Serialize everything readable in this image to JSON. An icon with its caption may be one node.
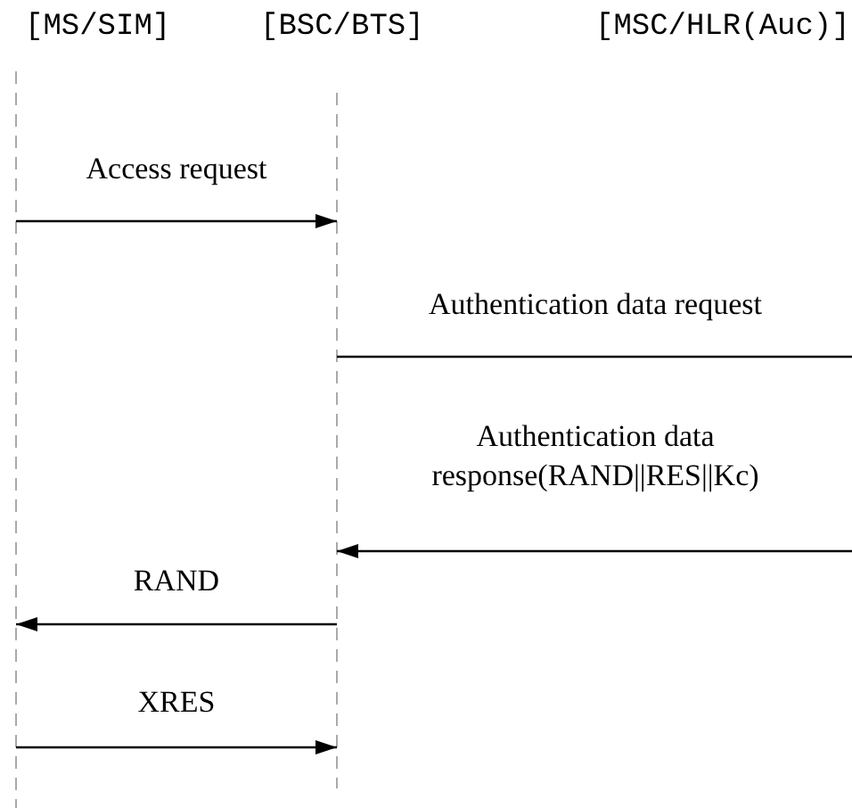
{
  "diagram": {
    "nodes": [
      {
        "text": [
          "[MS/SIM]"
        ]
      },
      {
        "text": [
          "[BSC/BTS]"
        ]
      },
      {
        "text": [
          "[MSC/HLR(Auc)]"
        ]
      }
    ],
    "edges": [
      {
        "from": 0,
        "to": 1,
        "arrow": "to",
        "label": "Access request"
      },
      {
        "from": 1,
        "to": null,
        "arrow": "none",
        "label": "Authentication data request"
      },
      {
        "from": null,
        "to": 1,
        "arrow": "to",
        "label": "Authentication data response(RAND||RES||Kc)"
      },
      {
        "from": 1,
        "to": 0,
        "arrow": "to",
        "label": "RAND"
      },
      {
        "from": 0,
        "to": 1,
        "arrow": "to",
        "label": "XRES"
      }
    ]
  }
}
